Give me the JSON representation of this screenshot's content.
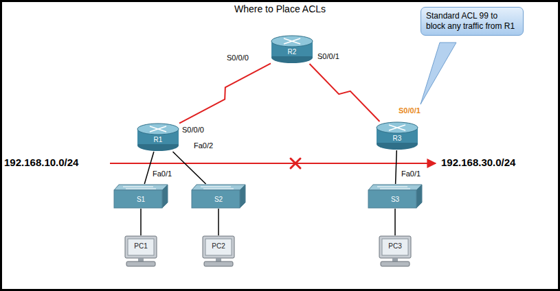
{
  "diagram": {
    "title": "Where to Place ACLs",
    "nodes": [
      {
        "text": [
          "R2"
        ]
      },
      {
        "text": [
          "Standard ACL 99 to block any traffic from R1"
        ]
      },
      {
        "text": [
          "R1"
        ]
      },
      {
        "text": [
          "R3"
        ]
      },
      {
        "text": [
          "S1"
        ]
      },
      {
        "text": [
          "S2"
        ]
      },
      {
        "text": [
          "S3"
        ]
      },
      {
        "text": [
          "PC1"
        ]
      },
      {
        "text": [
          "PC2"
        ]
      },
      {
        "text": [
          "PC3"
        ]
      }
    ],
    "edges": [
      {
        "from": 0,
        "to": 2,
        "arrow": "none"
      },
      {
        "from": 0,
        "to": 3,
        "arrow": "none"
      },
      {
        "from": 2,
        "to": 4,
        "arrow": "none"
      },
      {
        "from": 2,
        "to": 5,
        "arrow": "none"
      },
      {
        "from": 3,
        "to": 6,
        "arrow": "none"
      },
      {
        "from": 4,
        "to": 7,
        "arrow": "none"
      },
      {
        "from": 5,
        "to": 8,
        "arrow": "none"
      },
      {
        "from": 6,
        "to": 9,
        "arrow": "none"
      }
    ],
    "labels": [
      "S0/0/0",
      "S0/0/1",
      "S0/0/0",
      "Fa0/2",
      "192.168.10.0/24",
      "Fa0/1",
      "S0/0/1",
      "Fa0/1",
      "192.168.30.0/24"
    ]
  }
}
